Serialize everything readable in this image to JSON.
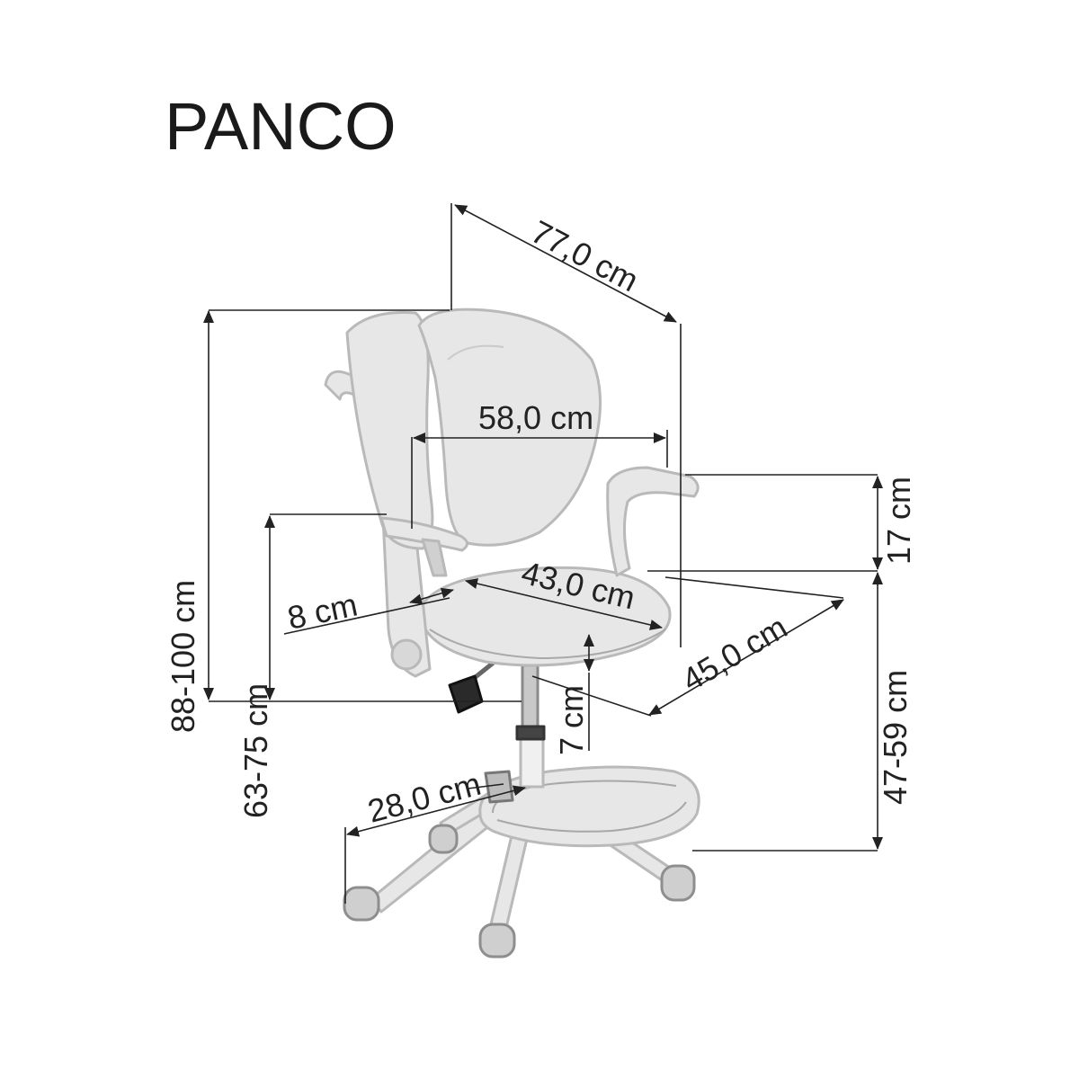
{
  "product": {
    "name": "PANCO"
  },
  "dimensions": {
    "depth_diagonal": "77,0 cm",
    "width": "58,0 cm",
    "armrest_height": "17 cm",
    "seat_depth": "43,0 cm",
    "seat_adjust": "8 cm",
    "seat_width": "45,0 cm",
    "seat_thickness": "7 cm",
    "footrest_depth": "28,0 cm",
    "total_height": "88-100 cm",
    "armrest_floor_height": "63-75 cm",
    "seat_height": "47-59 cm"
  },
  "colors": {
    "line": "#222222",
    "chair_fill": "#e7e7e7",
    "chair_stroke": "#b9b9b9"
  },
  "icons": [
    "dimension-arrow-icon"
  ]
}
